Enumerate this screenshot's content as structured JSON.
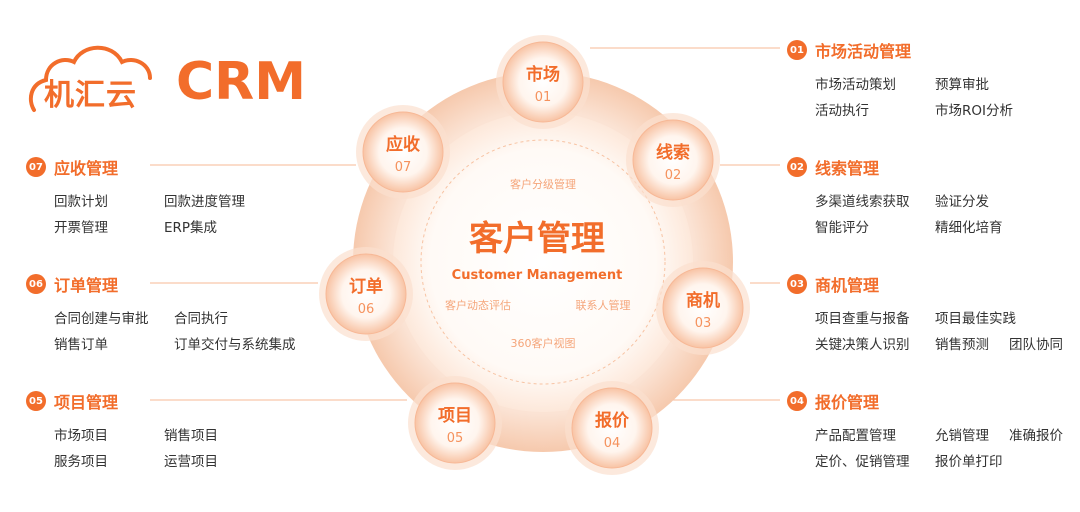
{
  "logo": {
    "cn": "机汇云",
    "en": "CRM"
  },
  "center": {
    "title": "客户管理",
    "subtitle": "Customer Management",
    "ring_labels": [
      "客户分级管理",
      "客户动态评估",
      "联系人管理",
      "360客户视图"
    ]
  },
  "nodes": [
    {
      "name": "市场",
      "num": "01"
    },
    {
      "name": "线索",
      "num": "02"
    },
    {
      "name": "商机",
      "num": "03"
    },
    {
      "name": "报价",
      "num": "04"
    },
    {
      "name": "项目",
      "num": "05"
    },
    {
      "name": "订单",
      "num": "06"
    },
    {
      "name": "应收",
      "num": "07"
    }
  ],
  "panels": [
    {
      "num": "01",
      "title": "市场活动管理",
      "rows": [
        [
          "市场活动策划",
          "预算审批"
        ],
        [
          "活动执行",
          "市场ROI分析"
        ]
      ]
    },
    {
      "num": "02",
      "title": "线索管理",
      "rows": [
        [
          "多渠道线索获取",
          "验证分发"
        ],
        [
          "智能评分",
          "精细化培育"
        ]
      ]
    },
    {
      "num": "03",
      "title": "商机管理",
      "rows": [
        [
          "项目查重与报备",
          "项目最佳实践"
        ],
        [
          "关键决策人识别",
          "销售预测",
          "团队协同"
        ]
      ]
    },
    {
      "num": "04",
      "title": "报价管理",
      "rows": [
        [
          "产品配置管理",
          "允销管理",
          "准确报价"
        ],
        [
          "定价、促销管理",
          "报价单打印"
        ]
      ]
    },
    {
      "num": "05",
      "title": "项目管理",
      "rows": [
        [
          "市场项目",
          "销售项目"
        ],
        [
          "服务项目",
          "运营项目"
        ]
      ]
    },
    {
      "num": "06",
      "title": "订单管理",
      "rows": [
        [
          "合同创建与审批",
          "合同执行"
        ],
        [
          "销售订单",
          "订单交付与系统集成"
        ]
      ]
    },
    {
      "num": "07",
      "title": "应收管理",
      "rows": [
        [
          "回款计划",
          "回款进度管理"
        ],
        [
          "开票管理",
          "ERP集成"
        ]
      ]
    }
  ],
  "colors": {
    "accent": "#f26d2b",
    "ring": "#f9d7c4",
    "text": "#333333"
  }
}
